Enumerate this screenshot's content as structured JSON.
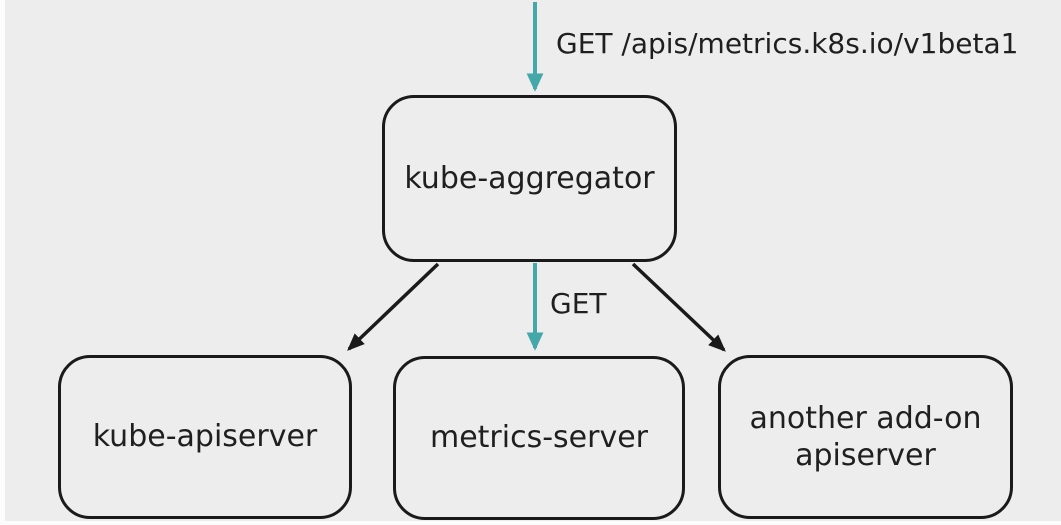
{
  "diagram": {
    "description_colors": {
      "accent_teal": "#44a8aa",
      "line_black": "#1a1a1a",
      "background": "#ededed",
      "text": "#1f1f1f"
    },
    "nodes": [
      {
        "id": "kube-aggregator",
        "label": "kube-aggregator"
      },
      {
        "id": "kube-apiserver",
        "label": "kube-apiserver"
      },
      {
        "id": "metrics-server",
        "label": "metrics-server"
      },
      {
        "id": "another-addon-apiserver",
        "label": "another add-on apiserver"
      }
    ],
    "edges": [
      {
        "from": "offscreen-top",
        "to": "kube-aggregator",
        "label": "GET /apis/metrics.k8s.io/v1beta1",
        "style": "teal"
      },
      {
        "from": "kube-aggregator",
        "to": "kube-apiserver",
        "label": "",
        "style": "black"
      },
      {
        "from": "kube-aggregator",
        "to": "metrics-server",
        "label": "GET",
        "style": "teal"
      },
      {
        "from": "kube-aggregator",
        "to": "another-addon-apiserver",
        "label": "",
        "style": "black"
      }
    ]
  }
}
